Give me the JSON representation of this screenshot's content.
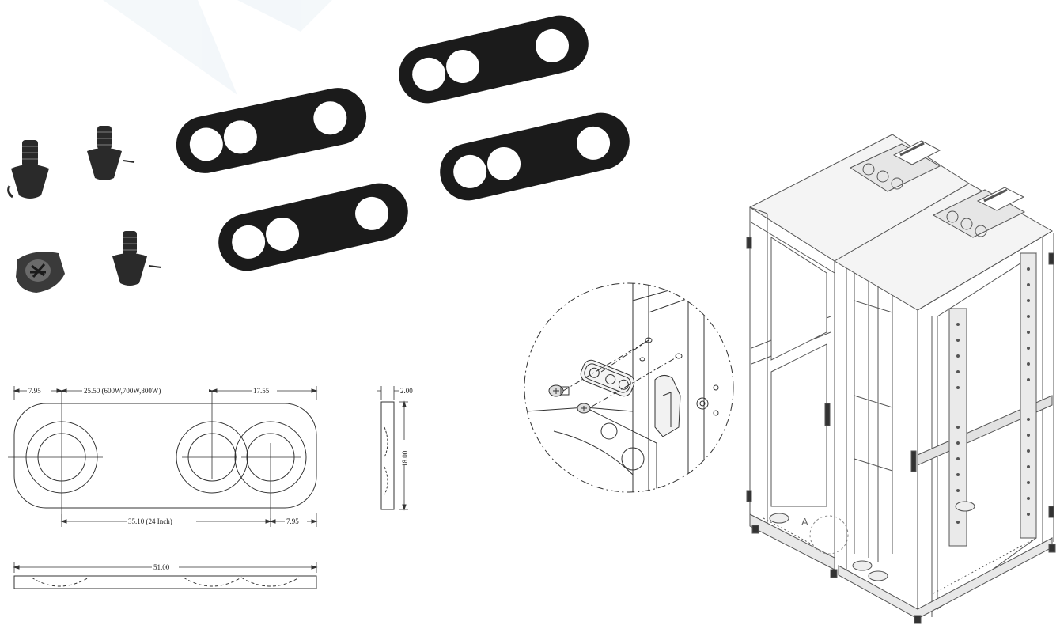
{
  "drawing": {
    "dimensions": {
      "edge_left": "7.95",
      "pitch_top": "25.50 (600W,700W,800W)",
      "edge_right_top": "17.55",
      "pitch_bottom": "35.10 (24 Inch)",
      "edge_right_bottom": "7.95",
      "thickness": "2.00",
      "height": "18.00",
      "overall_length": "51.00"
    },
    "callout_label": "A"
  },
  "colors": {
    "plate": "#1b1b1b",
    "screw": "#2a2a2a",
    "line": "#333333",
    "rack_line": "#555555",
    "rack_fill": "#f4f4f4"
  }
}
